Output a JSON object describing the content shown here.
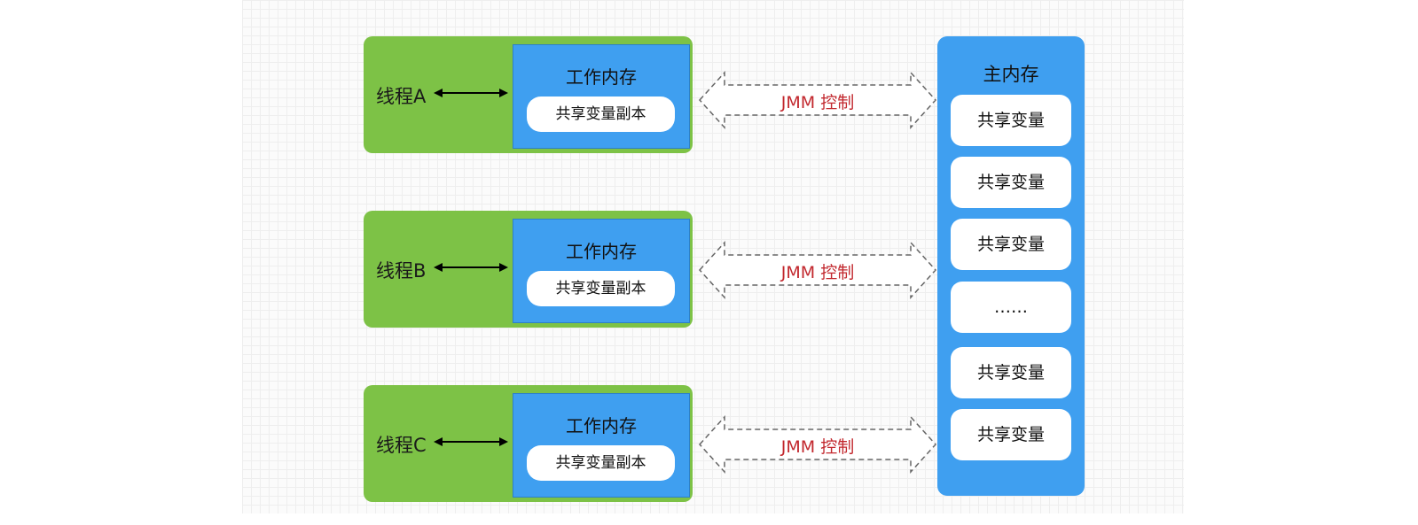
{
  "threads": [
    {
      "label": "线程A",
      "work_title": "工作内存",
      "copy_label": "共享变量副本",
      "jmm_label": "JMM 控制"
    },
    {
      "label": "线程B",
      "work_title": "工作内存",
      "copy_label": "共享变量副本",
      "jmm_label": "JMM 控制"
    },
    {
      "label": "线程C",
      "work_title": "工作内存",
      "copy_label": "共享变量副本",
      "jmm_label": "JMM 控制"
    }
  ],
  "main_memory": {
    "title": "主内存",
    "items": [
      "共享变量",
      "共享变量",
      "共享变量",
      "……",
      "共享变量",
      "共享变量"
    ]
  },
  "colors": {
    "thread_fill": "#7dc246",
    "memory_fill": "#3f9ff0",
    "jmm_text": "#c2272d",
    "dashed_arrow": "#666666"
  }
}
